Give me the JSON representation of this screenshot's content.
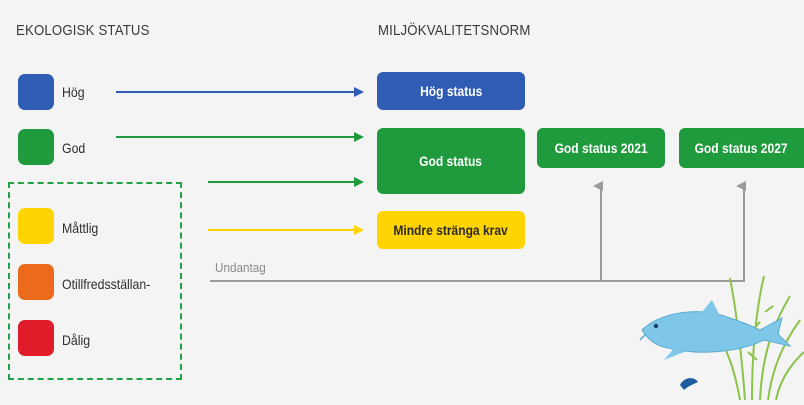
{
  "headings": {
    "left": "EKOLOGISK STATUS",
    "right": "MILJÖKVALITETSNORM"
  },
  "statuses": [
    {
      "label": "Hög",
      "color": "#2f5db4"
    },
    {
      "label": "God",
      "color": "#1f9a3c"
    },
    {
      "label": "Måttlig",
      "color": "#ffd400"
    },
    {
      "label": "Otillfredsställan-",
      "color": "#ec6a1b"
    },
    {
      "label": "Dålig",
      "color": "#e01b2a"
    }
  ],
  "norms": {
    "hog_status": "Hög status",
    "god_status": "God status",
    "mindre": "Mindre stränga krav",
    "god_2021": "God status 2021",
    "god_2027": "God status 2027"
  },
  "exception_label": "Undantag",
  "colors": {
    "blue": "#2f5db4",
    "green": "#1f9a3c",
    "yellow": "#ffd400",
    "gray_line": "#9a9a9a",
    "fish": "#7fc7e8",
    "reeds": "#8bc34a"
  }
}
